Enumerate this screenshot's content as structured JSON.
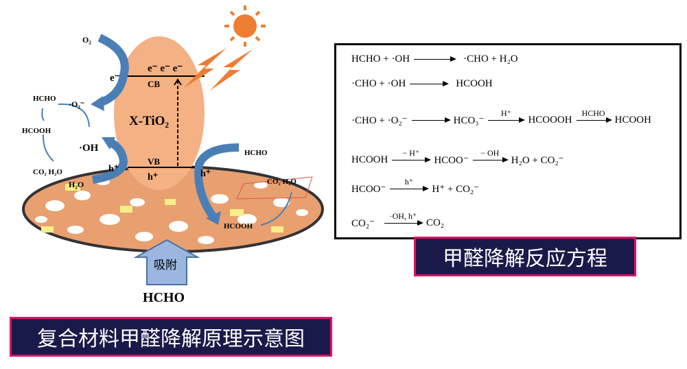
{
  "diagram": {
    "o2": "O₂",
    "e_minus_left": "e⁻",
    "e_minus_top": "e⁻ e⁻ e⁻",
    "cb": "CB",
    "vb": "VB",
    "catalyst": "X-TiO₂",
    "h_plus_left": "h⁺",
    "h_plus_bottom": "h⁺",
    "h_plus_right": "h⁺",
    "superoxide": "·O₂⁻",
    "hydroxyl": "·OH",
    "h2o_left": "H₂O",
    "hcho_left": "HCHO",
    "hcooh_left": "HCOOH",
    "co2_h2o_left": "CO₂  H₂O",
    "hcho_right": "HCHO",
    "hcooh_right": "HCOOH",
    "co2_h2o_right": "CO₂  H₂O",
    "adsorption": "吸附",
    "hcho_bottom": "HCHO"
  },
  "equations": [
    {
      "left": "HCHO + ·OH",
      "condition": "",
      "right": "·CHO + H₂O"
    },
    {
      "left": "·CHO + ·OH",
      "condition": "",
      "right": "HCOOH"
    },
    {
      "left": "·CHO + ·O₂⁻",
      "condition": "",
      "right": "HCO₃⁻",
      "condition2": "H⁺",
      "right2": "HCOOOH",
      "condition3": "HCHO",
      "right3": "HCOOH"
    },
    {
      "left": "HCOOH",
      "condition": "− H⁺",
      "right": "HCOO⁻",
      "condition2": "− OH",
      "right2": "H₂O + CO₂⁻"
    },
    {
      "left": "HCOO⁻",
      "condition": "h⁺",
      "right": "H⁺ + CO₂⁻"
    },
    {
      "left": "CO₂⁻",
      "condition": "·OH, h⁺",
      "right": "CO₂"
    }
  ],
  "captions": {
    "equations_title": "甲醛降解反应方程",
    "diagram_title": "复合材料甲醛降解原理示意图"
  },
  "colors": {
    "caption_bg": "#1a1a4a",
    "caption_border": "#e0115f",
    "particle": "#f4b183",
    "arrow": "#4a7fb5",
    "sun": "#ed7d31"
  }
}
